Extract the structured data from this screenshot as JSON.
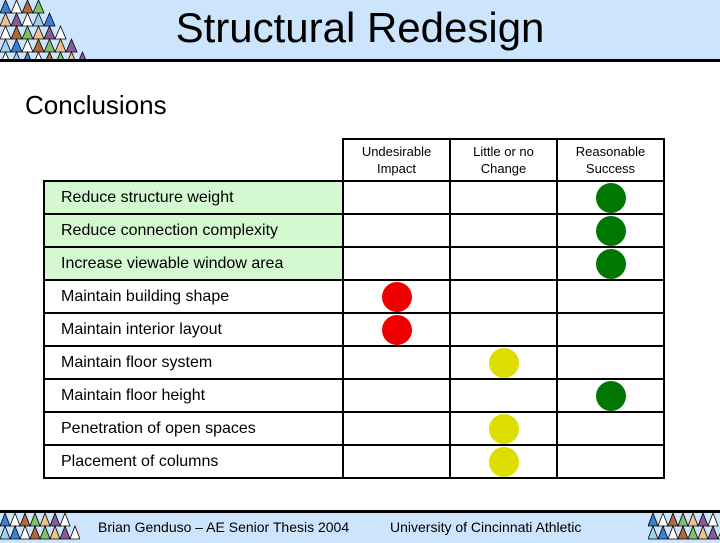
{
  "title": "Structural Redesign",
  "subtitle": "Conclusions",
  "columns": [
    "Undesirable Impact",
    "Little or no Change",
    "Reasonable Success"
  ],
  "colors": {
    "undesirable": "#ee0000",
    "little": "#dddd00",
    "success": "#007700",
    "highlight": "#d4f8d0",
    "band": "#cce4fc"
  },
  "rows": [
    {
      "label": "Reduce structure weight",
      "result": 2,
      "highlight": true
    },
    {
      "label": "Reduce connection complexity",
      "result": 2,
      "highlight": true
    },
    {
      "label": "Increase viewable window area",
      "result": 2,
      "highlight": true
    },
    {
      "label": "Maintain building shape",
      "result": 0,
      "highlight": false
    },
    {
      "label": "Maintain interior layout",
      "result": 0,
      "highlight": false
    },
    {
      "label": "Maintain floor system",
      "result": 1,
      "highlight": false
    },
    {
      "label": "Maintain floor height",
      "result": 2,
      "highlight": false
    },
    {
      "label": "Penetration of open spaces",
      "result": 1,
      "highlight": false
    },
    {
      "label": "Placement of columns",
      "result": 1,
      "highlight": false
    }
  ],
  "footer": {
    "left": "Brian Genduso – AE Senior Thesis 2004",
    "right": "University of Cincinnati Athletic"
  }
}
